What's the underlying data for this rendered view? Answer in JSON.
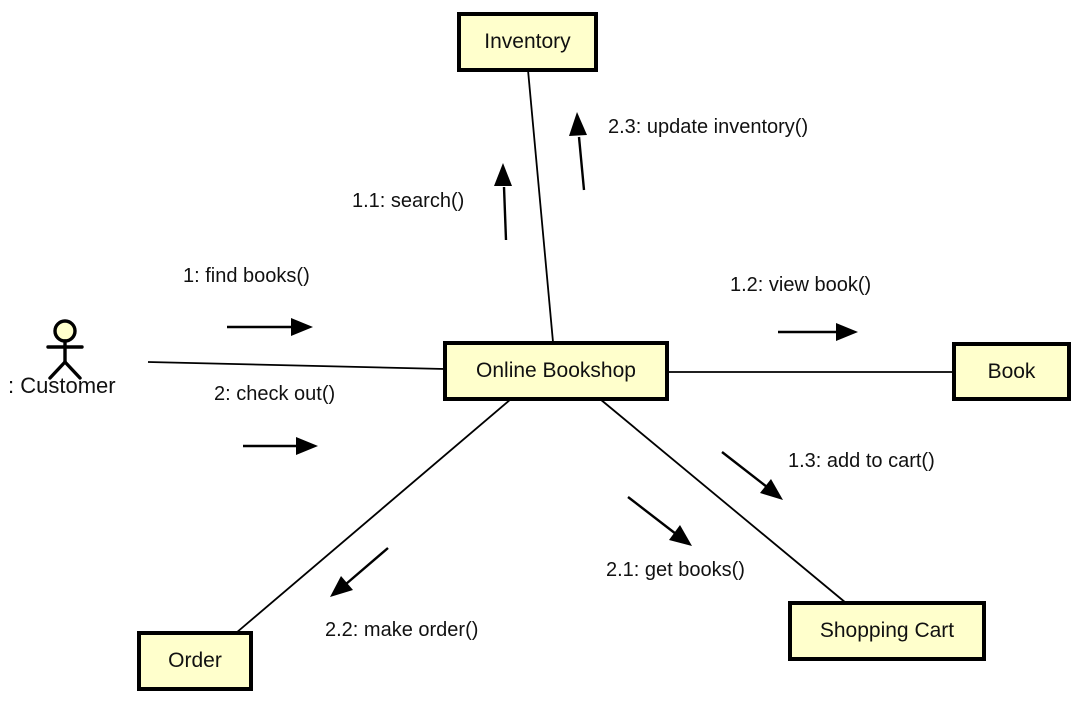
{
  "diagram": {
    "kind": "uml-communication-diagram",
    "background_color": "#ffffff",
    "node_fill_color": "#ffffcc",
    "node_border_color": "#000000",
    "line_color": "#000000",
    "text_color": "#111111"
  },
  "actor": {
    "label": ": Customer"
  },
  "nodes": {
    "inventory": {
      "label": "Inventory"
    },
    "bookshop": {
      "label": "Online Bookshop"
    },
    "book": {
      "label": "Book"
    },
    "cart": {
      "label": "Shopping Cart"
    },
    "order": {
      "label": "Order"
    }
  },
  "links": {
    "customer_bookshop": {
      "from": ": Customer",
      "to": "Online Bookshop"
    },
    "bookshop_inventory": {
      "from": "Online Bookshop",
      "to": "Inventory"
    },
    "bookshop_book": {
      "from": "Online Bookshop",
      "to": "Book"
    },
    "bookshop_cart": {
      "from": "Online Bookshop",
      "to": "Shopping Cart"
    },
    "bookshop_order": {
      "from": "Online Bookshop",
      "to": "Order"
    }
  },
  "messages": {
    "find_books": {
      "label": "1: find books()",
      "from": ": Customer",
      "to": "Online Bookshop",
      "direction": "right"
    },
    "check_out": {
      "label": "2: check out()",
      "from": ": Customer",
      "to": "Online Bookshop",
      "direction": "right"
    },
    "search": {
      "label": "1.1: search()",
      "from": "Online Bookshop",
      "to": "Inventory",
      "direction": "up"
    },
    "update_inventory": {
      "label": "2.3: update inventory()",
      "from": "Online Bookshop",
      "to": "Inventory",
      "direction": "up"
    },
    "view_book": {
      "label": "1.2: view book()",
      "from": "Online Bookshop",
      "to": "Book",
      "direction": "right"
    },
    "add_to_cart": {
      "label": "1.3: add to cart()",
      "from": "Online Bookshop",
      "to": "Shopping Cart",
      "direction": "down-right"
    },
    "get_books": {
      "label": "2.1: get books()",
      "from": "Online Bookshop",
      "to": "Shopping Cart",
      "direction": "down-right"
    },
    "make_order": {
      "label": "2.2: make order()",
      "from": "Online Bookshop",
      "to": "Order",
      "direction": "down-left"
    }
  }
}
